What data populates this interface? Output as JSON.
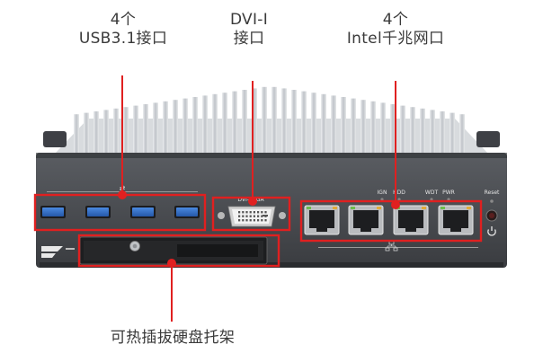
{
  "callouts": {
    "usb": {
      "line1": "4个",
      "line2": "USB3.1接口"
    },
    "dvi": {
      "line1": "DVI-I",
      "line2": "接口"
    },
    "lan": {
      "line1": "4个",
      "line2": "Intel千兆网口"
    },
    "tray": {
      "line1": "可热插拔硬盘托架"
    }
  },
  "panel_labels": {
    "dvi_port": "DVI-I/VGA",
    "ign": "IGN",
    "hdd": "HDD",
    "wdt": "WDT",
    "pwr": "PWR",
    "reset": "Reset"
  },
  "colors": {
    "callout_red": "#e02020",
    "chassis": "#4a4d52",
    "heatsink": "#c9cdd2",
    "usb_blue": "#2f74d0"
  },
  "icons": [
    "usb-icon",
    "network-icon",
    "power-icon",
    "brand-logo-icon"
  ]
}
